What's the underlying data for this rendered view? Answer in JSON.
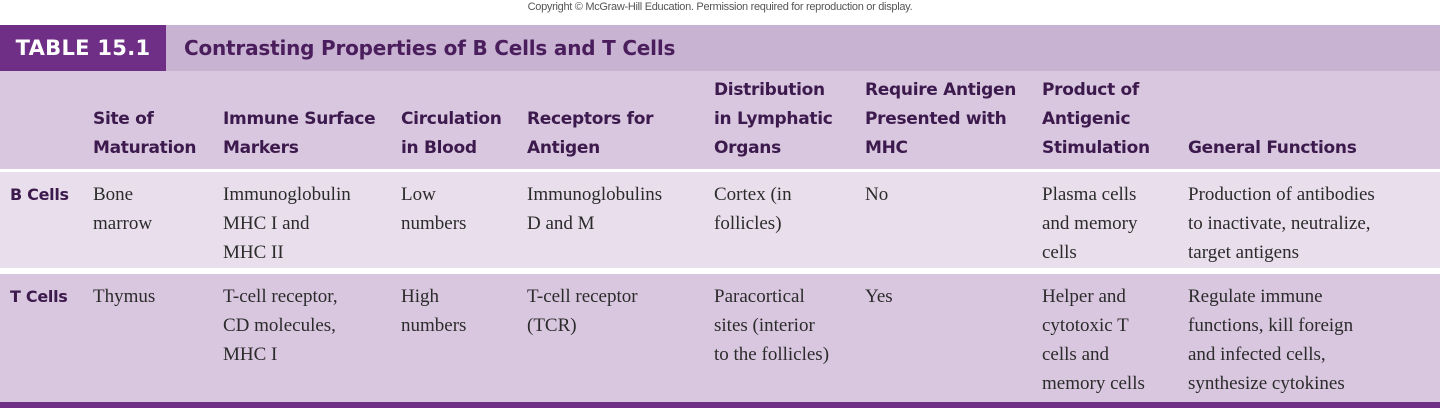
{
  "copyright": "Copyright © McGraw-Hill Education. Permission required for reproduction or display.",
  "table": {
    "number": "TABLE 15.1",
    "title": "Contrasting Properties of B Cells and T Cells",
    "columns": [
      "Site of\nMaturation",
      "Immune Surface\nMarkers",
      "Circulation\nin Blood",
      "Receptors for\nAntigen",
      "Distribution\nin Lymphatic\nOrgans",
      "Require Antigen\nPresented with\nMHC",
      "Product of\nAntigenic\nStimulation",
      "General Functions"
    ],
    "rows": [
      {
        "label": "B Cells",
        "cells": [
          "Bone\nmarrow",
          "Immunoglobulin\nMHC I and\nMHC II",
          "Low\nnumbers",
          "Immunoglobulins\nD and M",
          "Cortex (in\nfollicles)",
          "No",
          "Plasma cells\nand memory\ncells",
          "Production of antibodies\nto inactivate, neutralize,\ntarget antigens"
        ]
      },
      {
        "label": "T Cells",
        "cells": [
          "Thymus",
          "T-cell receptor,\nCD molecules,\nMHC I",
          "High\nnumbers",
          "T-cell receptor\n(TCR)",
          "Paracortical\nsites (interior\nto the follicles)",
          "Yes",
          "Helper and\ncytotoxic T\ncells and\nmemory cells",
          "Regulate immune\nfunctions, kill foreign\nand infected cells,\nsynthesize cytokines"
        ]
      }
    ],
    "colors": {
      "tag": "#6f2f86",
      "title_band": "#c8b3d2",
      "header_bg": "#d8c7df",
      "row_light": "#e9dfec"
    }
  }
}
